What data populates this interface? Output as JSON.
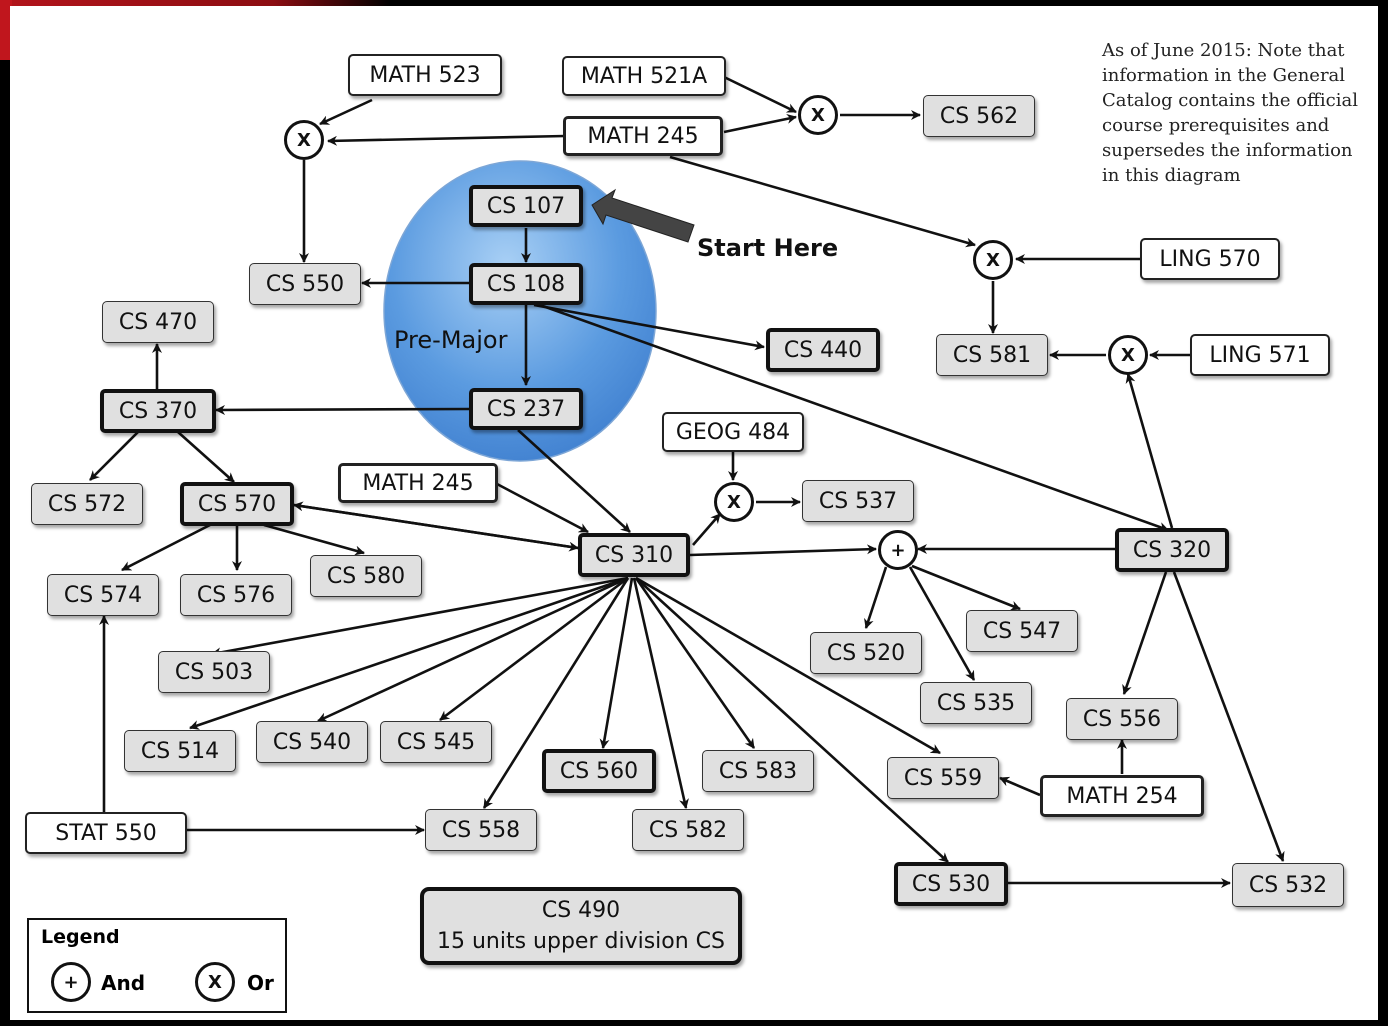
{
  "note": "As of June 2015: Note that information in the General Catalog contains the official course prerequisites and supersedes the information in this diagram",
  "start_label": "Start Here",
  "premajor_label": "Pre-Major",
  "courses": {
    "math523": "MATH 523",
    "math521a": "MATH 521A",
    "math245a": "MATH 245",
    "cs562": "CS 562",
    "cs107": "CS 107",
    "cs108": "CS 108",
    "cs550": "CS 550",
    "cs440": "CS 440",
    "ling570": "LING 570",
    "ling571": "LING 571",
    "cs581": "CS 581",
    "cs470": "CS 470",
    "cs370": "CS 370",
    "cs237": "CS 237",
    "geog484": "GEOG 484",
    "cs537": "CS 537",
    "cs572": "CS 572",
    "cs570": "CS 570",
    "math245b": "MATH 245",
    "cs310": "CS 310",
    "cs320": "CS 320",
    "cs574": "CS 574",
    "cs576": "CS 576",
    "cs580": "CS 580",
    "cs503": "CS 503",
    "cs520": "CS 520",
    "cs547": "CS 547",
    "cs535": "CS 535",
    "cs514": "CS 514",
    "cs540": "CS 540",
    "cs545": "CS 545",
    "cs556": "CS 556",
    "cs560": "CS 560",
    "cs583": "CS 583",
    "cs559": "CS 559",
    "math254": "MATH 254",
    "stat550": "STAT 550",
    "cs558": "CS 558",
    "cs582": "CS 582",
    "cs530": "CS 530",
    "cs532": "CS 532",
    "cs490_line1": "CS 490",
    "cs490_line2": "15 units upper division CS"
  },
  "or_symbol": "X",
  "and_symbol": "+",
  "legend": {
    "title": "Legend",
    "and_label": "And",
    "or_label": "Or"
  },
  "colors": {
    "circle_blue": "#5b9be0",
    "box_grey": "#e0e0e0",
    "banner_red": "#b3141b"
  }
}
